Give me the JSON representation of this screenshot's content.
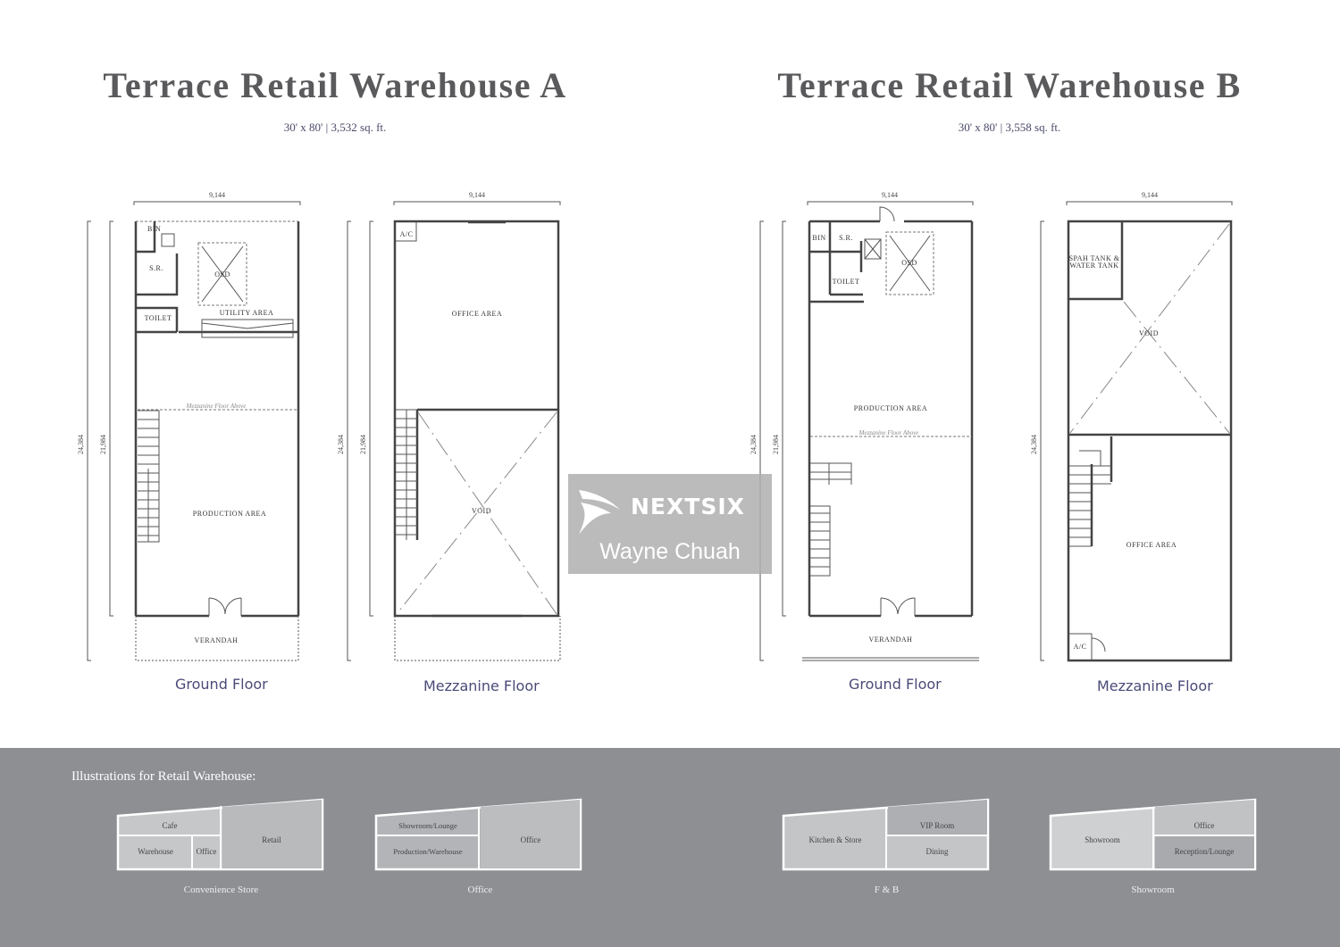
{
  "units": [
    {
      "title": "Terrace Retail Warehouse A",
      "subtitle": "30' x 80' | 3,532 sq. ft.",
      "floors": [
        {
          "label": "Ground Floor",
          "width_dim": "9,144",
          "depth_dims": [
            "24,384",
            "21,984"
          ],
          "rooms": [
            "BIN",
            "S.R.",
            "OSD",
            "TOILET",
            "UTILITY AREA",
            "PRODUCTION AREA",
            "VERANDAH"
          ],
          "note": "Mezzanine Floor Above"
        },
        {
          "label": "Mezzanine Floor",
          "width_dim": "9,144",
          "depth_dims": [
            "24,384",
            "21,984"
          ],
          "rooms": [
            "A/C",
            "OFFICE AREA",
            "VOID"
          ]
        }
      ]
    },
    {
      "title": "Terrace Retail Warehouse B",
      "subtitle": "30' x 80' | 3,558 sq. ft.",
      "floors": [
        {
          "label": "Ground Floor",
          "width_dim": "9,144",
          "depth_dims": [
            "24,384",
            "21,984"
          ],
          "rooms": [
            "BIN",
            "S.R.",
            "OSD",
            "TOILET",
            "PRODUCTION AREA",
            "VERANDAH"
          ],
          "note": "Mezzanine Floor Above"
        },
        {
          "label": "Mezzanine Floor",
          "width_dim": "9,144",
          "depth_dims": [
            "24,384"
          ],
          "rooms": [
            "SPAH TANK &",
            "WATER TANK",
            "VOID",
            "OFFICE AREA",
            "A/C"
          ]
        }
      ]
    }
  ],
  "watermark": {
    "brand": "NEXTSIX",
    "agent": "Wayne Chuah"
  },
  "illustrations": {
    "heading": "Illustrations for Retail Warehouse:",
    "items": [
      {
        "caption": "Convenience Store",
        "zones": [
          "Cafe",
          "Warehouse",
          "Office",
          "Retail"
        ]
      },
      {
        "caption": "Office",
        "zones": [
          "Showroom/Lounge",
          "Production/Warehouse",
          "Office"
        ]
      },
      {
        "caption": "F & B",
        "zones": [
          "Kitchen & Store",
          "VIP Room",
          "Dining"
        ]
      },
      {
        "caption": "Showroom",
        "zones": [
          "Showroom",
          "Office",
          "Reception/Lounge"
        ]
      }
    ]
  },
  "colors": {
    "title": "#5a5a5c",
    "floor_label": "#4a4a78",
    "band": "#8e8f93",
    "zone_light": "#c8c9cb",
    "zone_mid": "#b3b4b7"
  }
}
